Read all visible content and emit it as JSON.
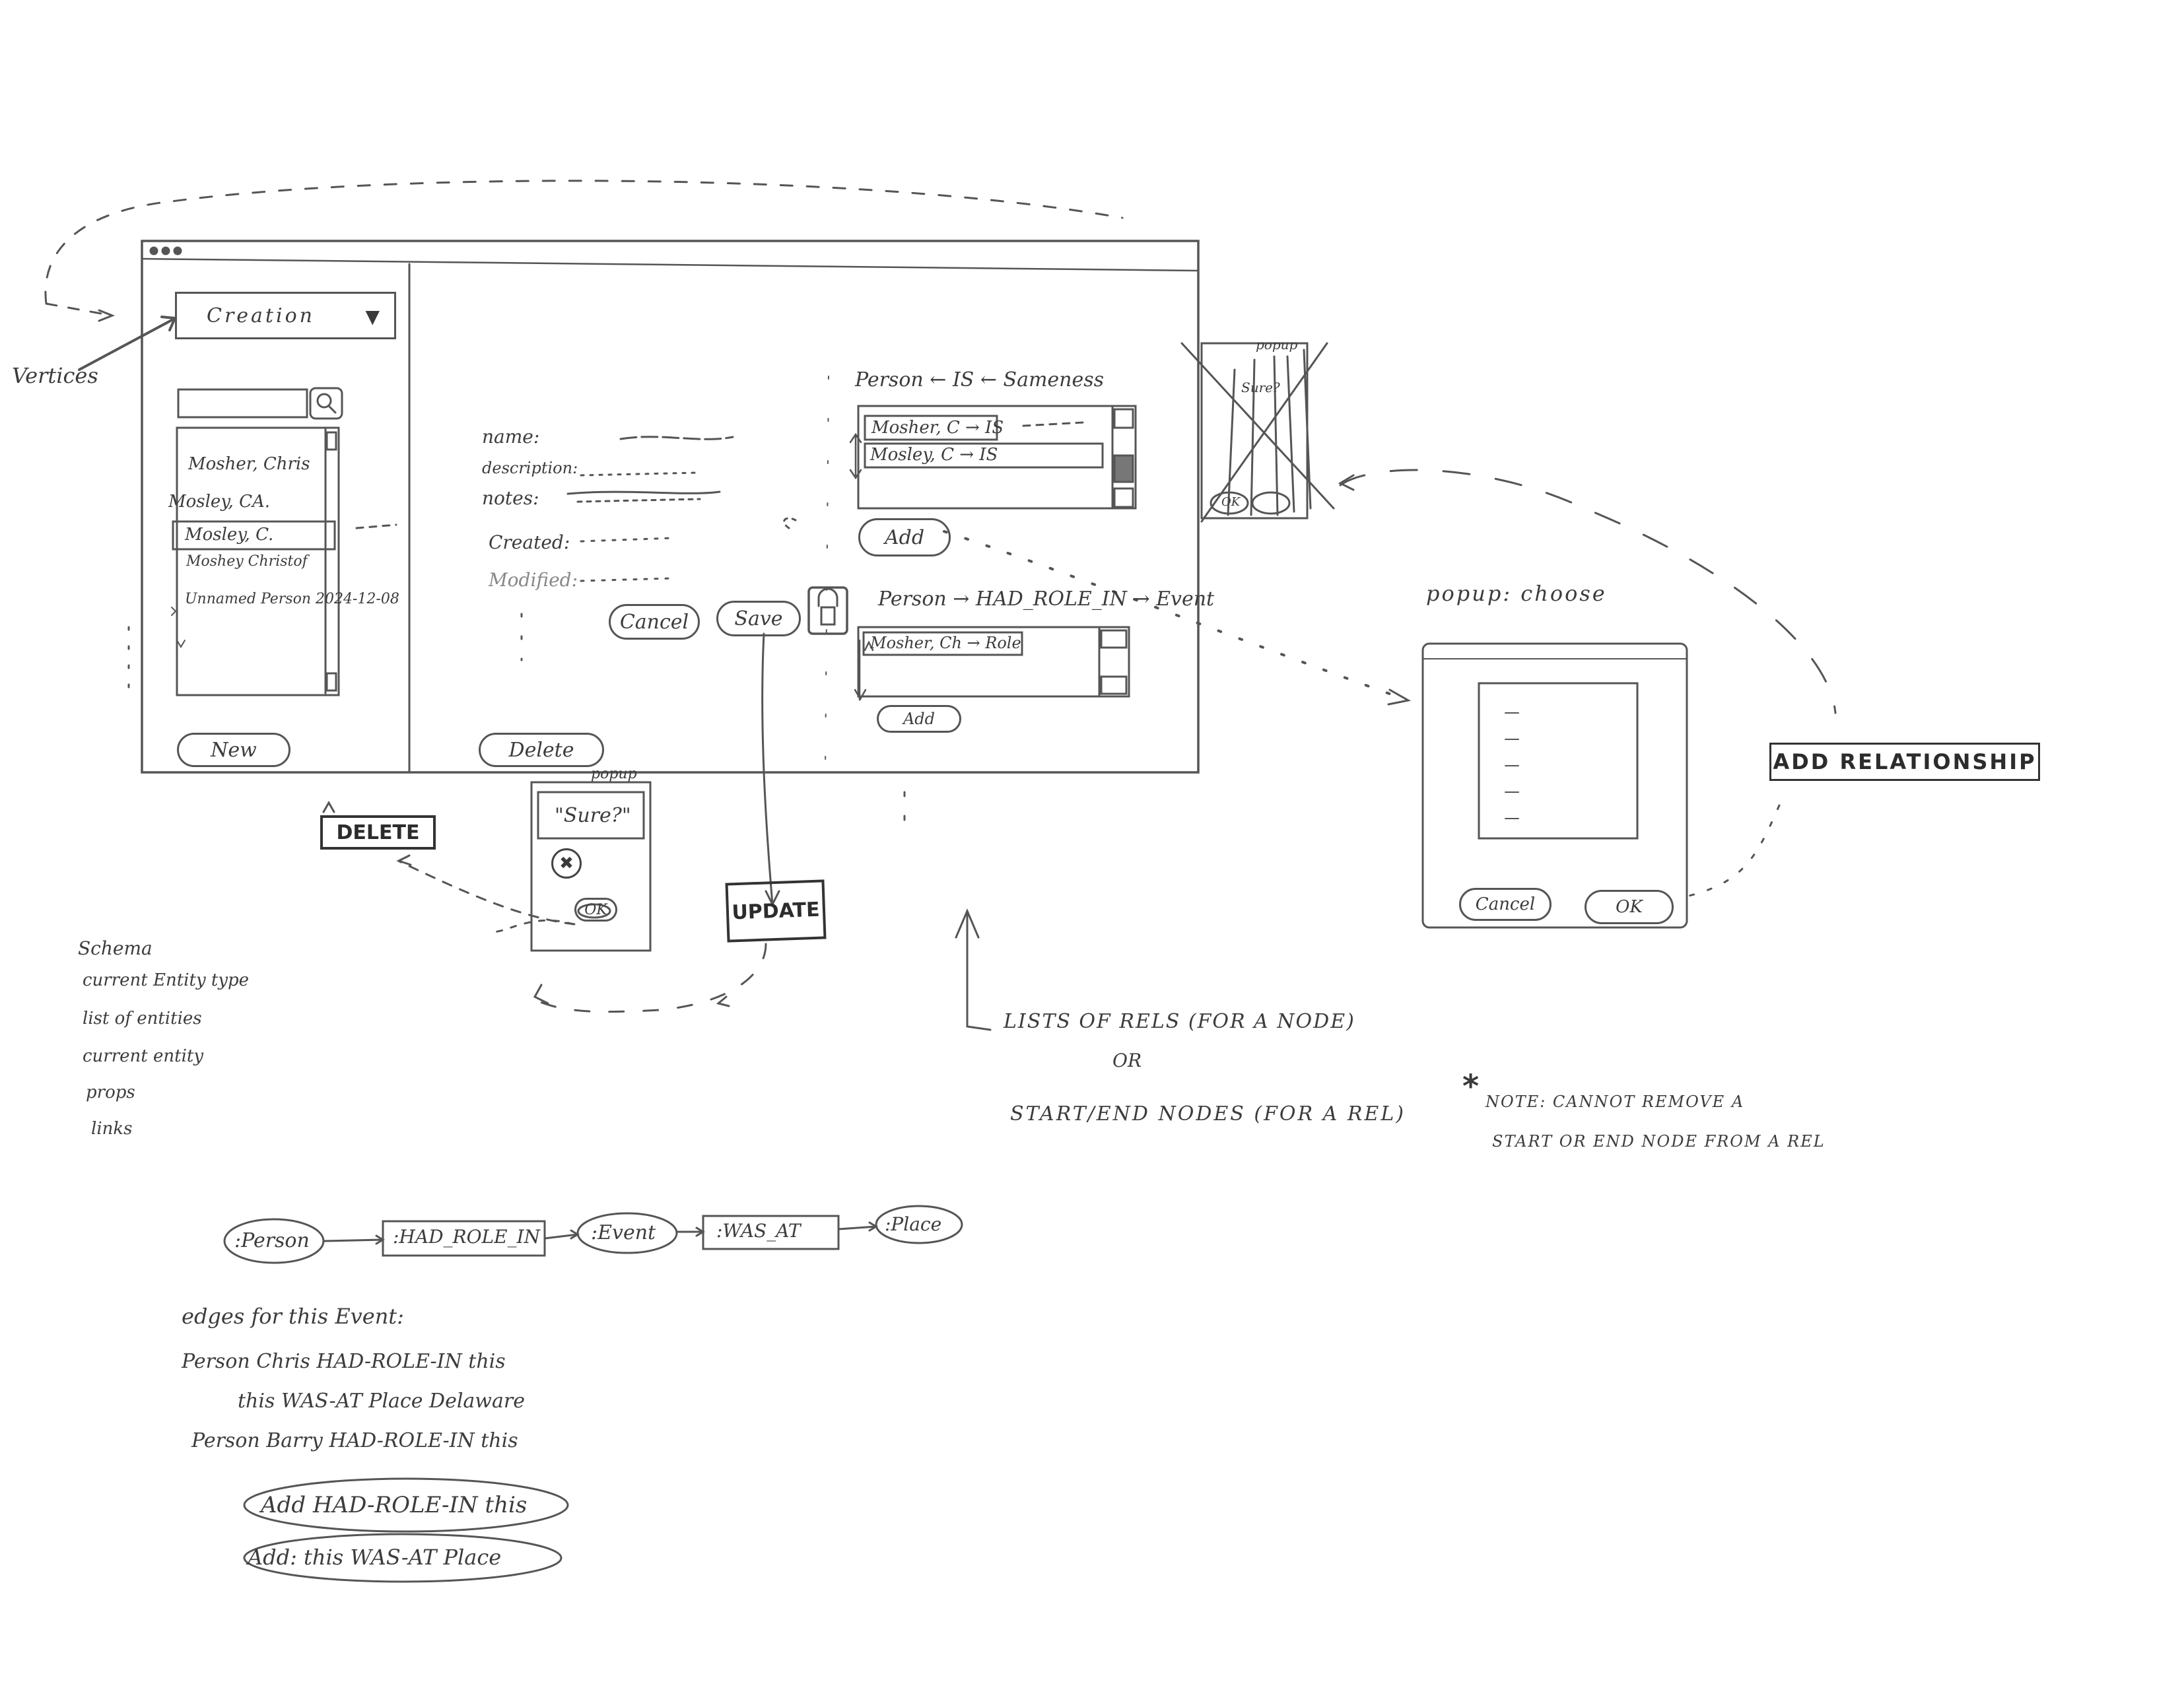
{
  "window": {
    "vertex_type_select": {
      "value": "Creation"
    },
    "left_list": {
      "items": [
        "Mosher, Chris",
        "Mosley, CA.",
        "Mosley, C.",
        "Moshey Christof",
        "Unnamed Person 2024-12-08"
      ]
    },
    "new_button": "New",
    "props": {
      "fields": [
        "name:",
        "description:",
        "notes:",
        "Created:",
        "Modified:"
      ]
    },
    "cancel_button": "Cancel",
    "save_button": "Save",
    "delete_button": "Delete",
    "rel_group_1": {
      "header": "Person ← IS ← Sameness",
      "items": [
        "Mosher, C → IS",
        "Mosley, C → IS"
      ],
      "add_button": "Add"
    },
    "rel_group_2": {
      "header": "Person → HAD_ROLE_IN → Event",
      "items": [
        "Mosher, Ch → Role"
      ],
      "add_button": "Add"
    }
  },
  "labels": {
    "vertices": "Vertices",
    "delete_action": "DELETE",
    "update_action": "UPDATE",
    "save_popup_title": "popup",
    "save_popup_text": "\"Sure?\"",
    "save_popup_ok": "OK",
    "crossed_popup_title": "popup",
    "crossed_popup_text": "Sure?",
    "crossed_popup_ok": "OK",
    "choose_popup_title": "popup: choose",
    "choose_popup_cancel": "Cancel",
    "choose_popup_ok": "OK",
    "add_relationship": "ADD RELATIONSHIP"
  },
  "schema_notes": [
    "Schema",
    "current Entity type",
    "list of entities",
    "current entity",
    "props",
    "links"
  ],
  "rels_note": {
    "line1": "LISTS OF RELS (FOR A NODE)",
    "line2": "OR",
    "line3": "START/END NODES (FOR A REL)",
    "star": "*",
    "footnote_1": "NOTE: CANNOT REMOVE A",
    "footnote_2": "START OR END NODE FROM A REL"
  },
  "graph_pattern": {
    "nodes": [
      ":Person",
      ":HAD_ROLE_IN",
      ":Event",
      ":WAS_AT",
      ":Place"
    ]
  },
  "edges_section": {
    "title": "edges for this Event:",
    "lines": [
      "Person Chris HAD-ROLE-IN this",
      "this WAS-AT Place Delaware",
      "Person Barry HAD-ROLE-IN this"
    ],
    "add_buttons": [
      "Add HAD-ROLE-IN this",
      "Add: this WAS-AT Place"
    ]
  },
  "colors": {
    "ink": "#3a3a3a",
    "paper": "#ffffff"
  }
}
